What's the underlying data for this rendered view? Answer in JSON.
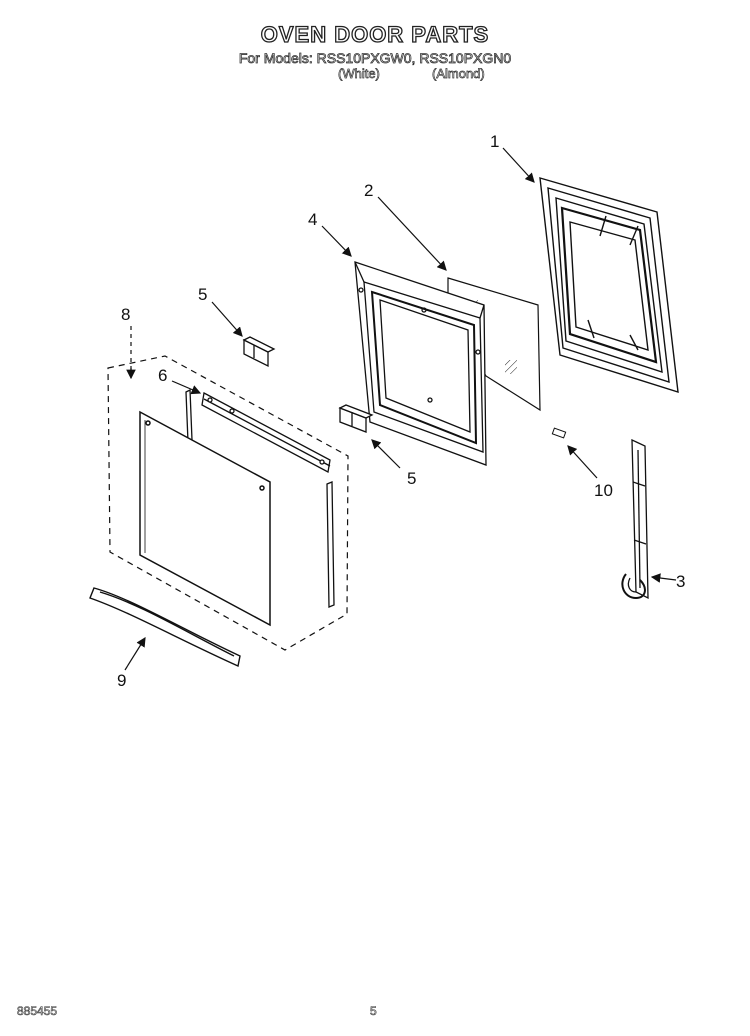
{
  "header": {
    "title": "OVEN DOOR PARTS",
    "models_line": "For Models: RSS10PXGW0, RSS10PXGN0",
    "variant_white": "(White)",
    "variant_almond": "(Almond)"
  },
  "callouts": {
    "c1": "1",
    "c2": "2",
    "c3": "3",
    "c4": "4",
    "c5a": "5",
    "c5b": "5",
    "c6": "6",
    "c8": "8",
    "c9": "9",
    "c10": "10"
  },
  "footer": {
    "doc_code": "885455",
    "page_number": "5"
  }
}
